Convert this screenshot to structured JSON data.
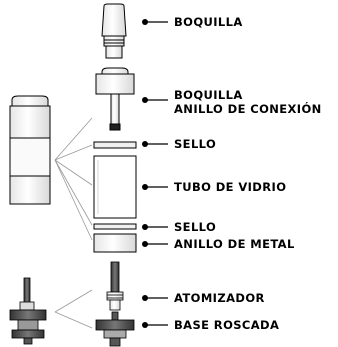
{
  "labels": {
    "boquilla": "BOQUILLA",
    "conexion_line1": "BOQUILLA",
    "conexion_line2": "ANILLO DE CONEXIÓN",
    "sello_top": "SELLO",
    "tubo": "TUBO DE VIDRIO",
    "sello_bottom": "SELLO",
    "anillo_metal": "ANILLO DE METAL",
    "atomizador": "ATOMIZADOR",
    "base": "BASE ROSCADA"
  }
}
